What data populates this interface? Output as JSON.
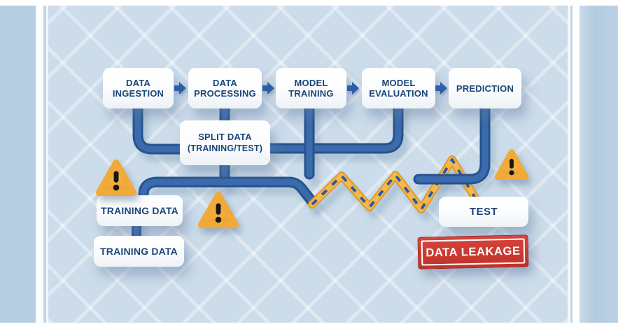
{
  "pipeline": {
    "stages": [
      {
        "line1": "DATA",
        "line2": "INGESTION"
      },
      {
        "line1": "DATA",
        "line2": "PROCESSING"
      },
      {
        "line1": "MODEL",
        "line2": "TRAINING"
      },
      {
        "line1": "MODEL",
        "line2": "EVALUATION"
      },
      {
        "line1": "PREDICTION"
      }
    ],
    "split_box": {
      "line1": "SPLIT DATA",
      "line2": "(TRAINING/TEST)"
    },
    "training_box_1": "TRAINING DATA",
    "training_box_2": "TRAINING DATA",
    "test_box": "TEST",
    "leakage_badge": "DATA LEAKAGE"
  },
  "icons": {
    "flow_arrow": "right-arrow",
    "warning": "exclamation-triangle",
    "warning_count": 3
  },
  "colors": {
    "background": "#ccdcea",
    "pipe_blue": "#2f5fa2",
    "pipe_blue_dark": "#27528e",
    "text_navy": "#1c4679",
    "warning_yellow": "#f3ac38",
    "zigzag_orange": "#f2a83a",
    "leakage_red": "#c93732",
    "node_white": "#ffffff"
  }
}
